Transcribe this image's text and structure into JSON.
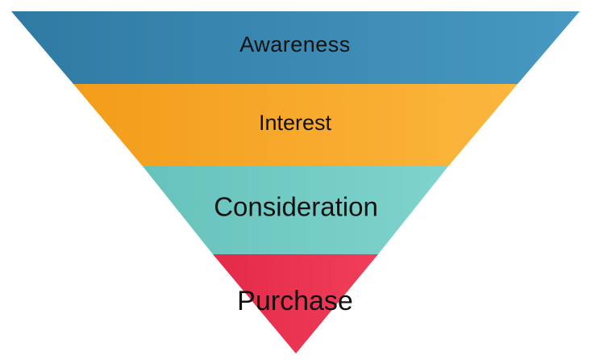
{
  "diagram": {
    "type": "inverted-funnel",
    "stages": [
      {
        "label": "Awareness",
        "color": "#3b87b0",
        "color_light": "#4a9cc4"
      },
      {
        "label": "Interest",
        "color": "#f5a623",
        "color_light": "#fbb43a"
      },
      {
        "label": "Consideration",
        "color": "#6fc7c0",
        "color_light": "#7ed3cc"
      },
      {
        "label": "Purchase",
        "color": "#e8314f",
        "color_light": "#ef4560"
      }
    ]
  }
}
